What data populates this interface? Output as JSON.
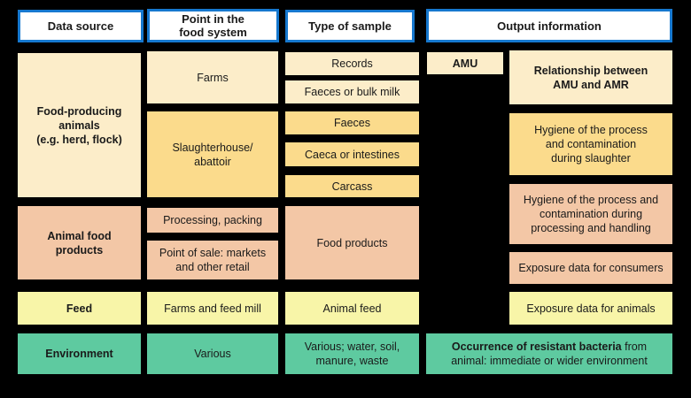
{
  "palette": {
    "background": "#000000",
    "header_bg": "#ffffff",
    "header_border": "#1678cf",
    "cream": "#fcedc9",
    "yellow": "#fbdb8c",
    "salmon": "#f3c7a6",
    "pale_yellow": "#f8f5a8",
    "green": "#5ecaa0",
    "text": "#1a1a1a"
  },
  "headers": [
    {
      "label": "Data source"
    },
    {
      "label": "Point in the\nfood system"
    },
    {
      "label": "Type of sample"
    },
    {
      "label": "Output information"
    }
  ],
  "data_source": {
    "food_producing_animals": "Food-producing\nanimals\n(e.g. herd, flock)",
    "animal_food_products": "Animal food\nproducts",
    "feed": "Feed",
    "environment": "Environment"
  },
  "point_in_food_system": {
    "farms": "Farms",
    "slaughterhouse": "Slaughterhouse/\nabattoir",
    "processing_packing": "Processing, packing",
    "point_of_sale": "Point of sale: markets\nand other retail",
    "farms_and_feed_mill": "Farms and feed mill",
    "various": "Various"
  },
  "type_of_sample": {
    "records": "Records",
    "faeces_or_bulk_milk": "Faeces or bulk milk",
    "faeces": "Faeces",
    "caeca_or_intestines": "Caeca or intestines",
    "carcass": "Carcass",
    "food_products": "Food products",
    "animal_feed": "Animal feed",
    "various_sources": "Various; water, soil,\nmanure, waste"
  },
  "output_information": {
    "amu": "AMU",
    "relationship_amu_amr": "Relationship between\nAMU and AMR",
    "hygiene_slaughter": "Hygiene of the process\nand contamination\nduring slaughter",
    "hygiene_processing": "Hygiene of the process and\ncontamination during\nprocessing and handling",
    "exposure_consumers": "Exposure data for consumers",
    "exposure_animals": "Exposure data for animals",
    "occurrence_bold": "Occurrence of resistant bacteria",
    "occurrence_rest": " from\nanimal: immediate or wider environment"
  }
}
